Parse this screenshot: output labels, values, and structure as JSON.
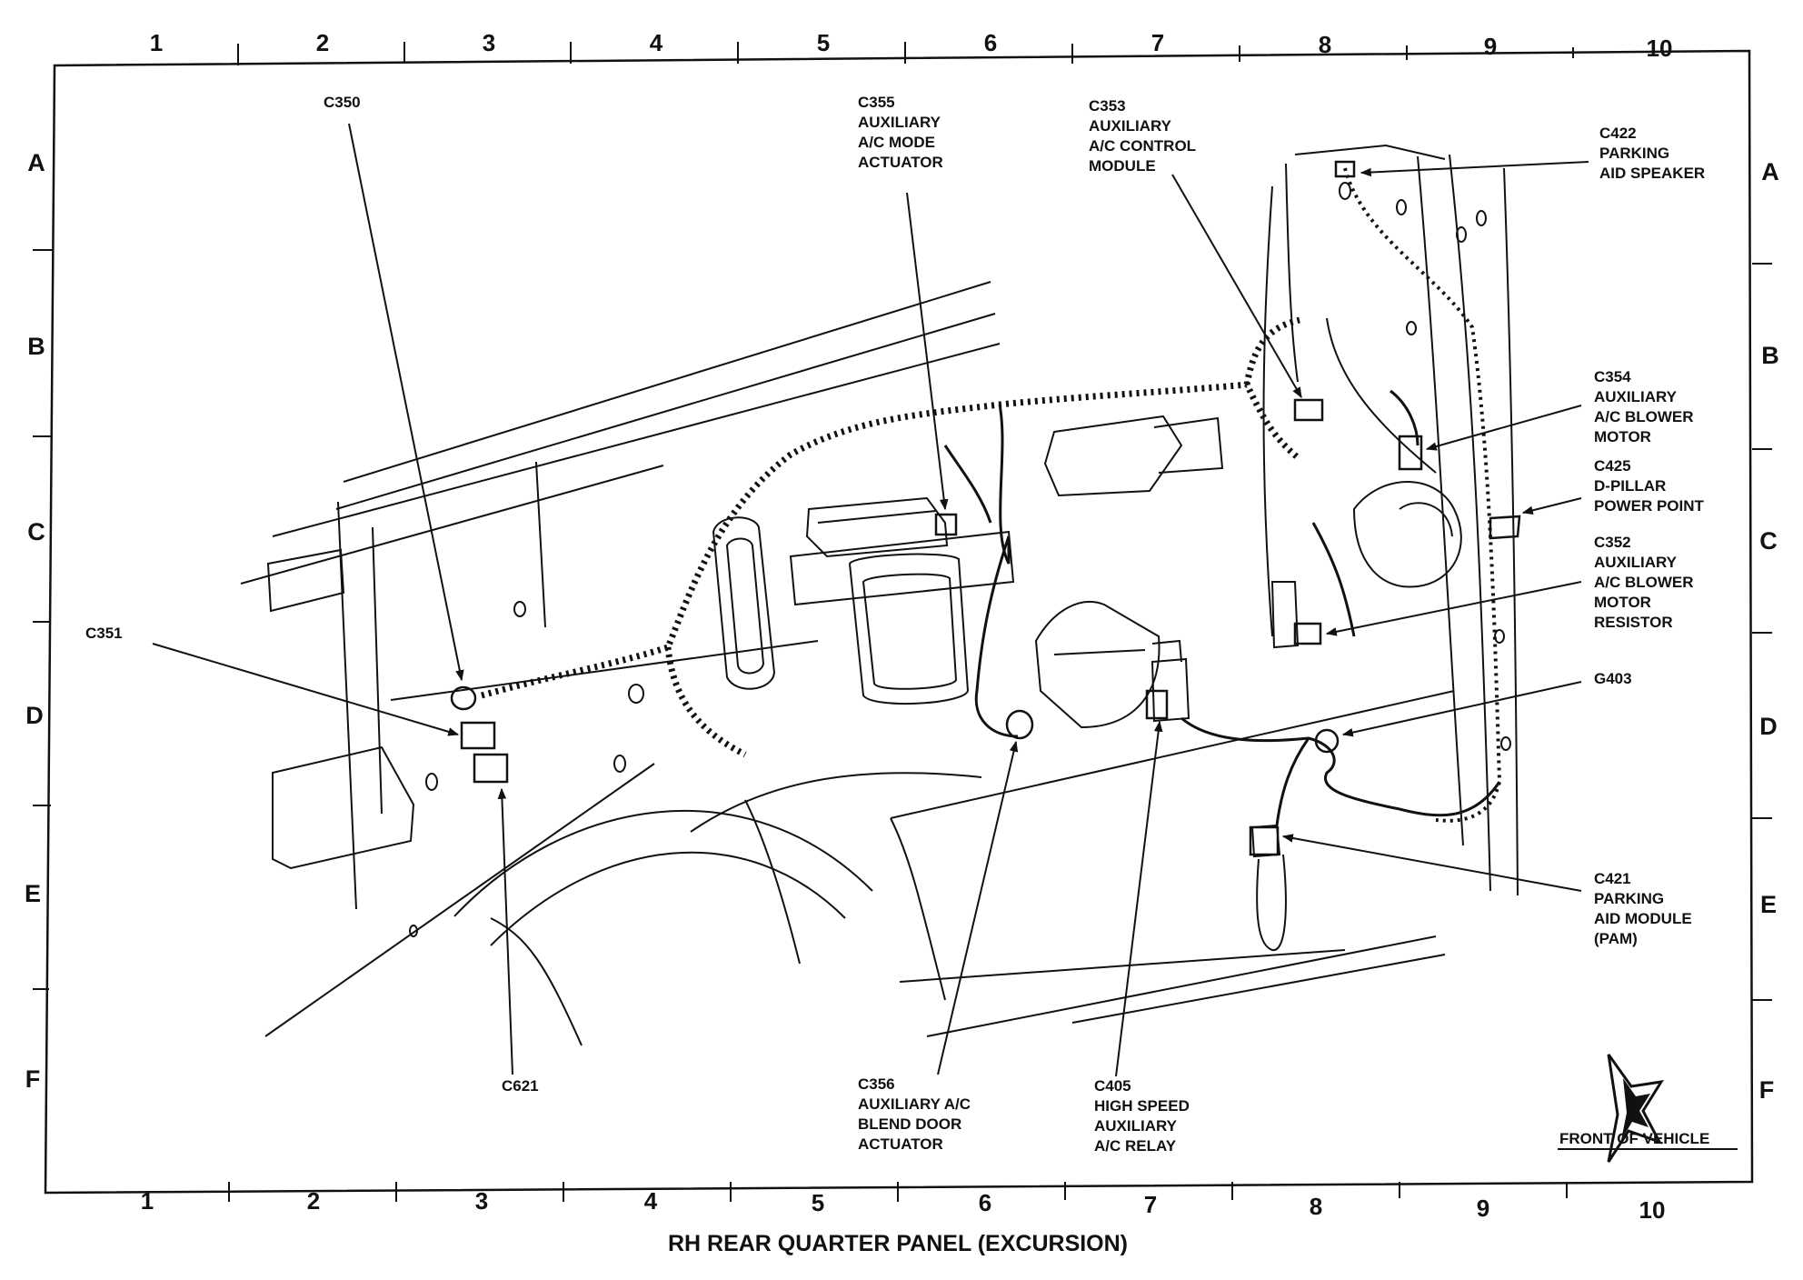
{
  "diagram": {
    "title": "RH REAR QUARTER PANEL (EXCURSION)",
    "orientation_label": "FRONT OF VEHICLE",
    "grid": {
      "columns": [
        "1",
        "2",
        "3",
        "4",
        "5",
        "6",
        "7",
        "8",
        "9",
        "10"
      ],
      "rows": [
        "A",
        "B",
        "C",
        "D",
        "E",
        "F"
      ]
    },
    "callouts": [
      {
        "id": "c350",
        "lines": [
          "C350"
        ]
      },
      {
        "id": "c355",
        "lines": [
          "C355",
          "AUXILIARY",
          "A/C MODE",
          "ACTUATOR"
        ]
      },
      {
        "id": "c353",
        "lines": [
          "C353",
          "AUXILIARY",
          "A/C CONTROL",
          "MODULE"
        ]
      },
      {
        "id": "c422",
        "lines": [
          "C422",
          "PARKING",
          "AID SPEAKER"
        ]
      },
      {
        "id": "c354",
        "lines": [
          "C354",
          "AUXILIARY",
          "A/C BLOWER",
          "MOTOR"
        ]
      },
      {
        "id": "c425",
        "lines": [
          "C425",
          "D-PILLAR",
          "POWER POINT"
        ]
      },
      {
        "id": "c352",
        "lines": [
          "C352",
          "AUXILIARY",
          "A/C BLOWER",
          "MOTOR",
          "RESISTOR"
        ]
      },
      {
        "id": "g403",
        "lines": [
          "G403"
        ]
      },
      {
        "id": "c421",
        "lines": [
          "C421",
          "PARKING",
          "AID MODULE",
          "(PAM)"
        ]
      },
      {
        "id": "c351",
        "lines": [
          "C351"
        ]
      },
      {
        "id": "c621",
        "lines": [
          "C621"
        ]
      },
      {
        "id": "c356",
        "lines": [
          "C356",
          "AUXILIARY A/C",
          "BLEND DOOR",
          "ACTUATOR"
        ]
      },
      {
        "id": "c405",
        "lines": [
          "C405",
          "HIGH SPEED",
          "AUXILIARY",
          "A/C RELAY"
        ]
      }
    ]
  }
}
